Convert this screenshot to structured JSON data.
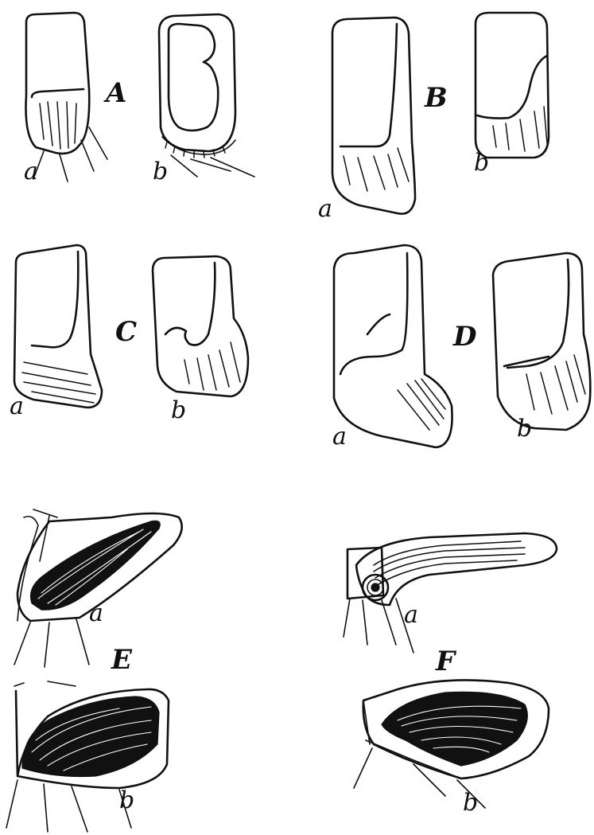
{
  "figures": [
    {
      "label": "A",
      "sub_a": "a",
      "sub_b": "b"
    },
    {
      "label": "B",
      "sub_a": "a",
      "sub_b": "b"
    },
    {
      "label": "C",
      "sub_a": "a",
      "sub_b": "b"
    },
    {
      "label": "D",
      "sub_a": "a",
      "sub_b": "b"
    },
    {
      "label": "E",
      "sub_a": "a",
      "sub_b": "b"
    },
    {
      "label": "F",
      "sub_a": "a",
      "sub_b": "b"
    }
  ],
  "colors": {
    "ink": "#111111",
    "paper": "#ffffff"
  }
}
